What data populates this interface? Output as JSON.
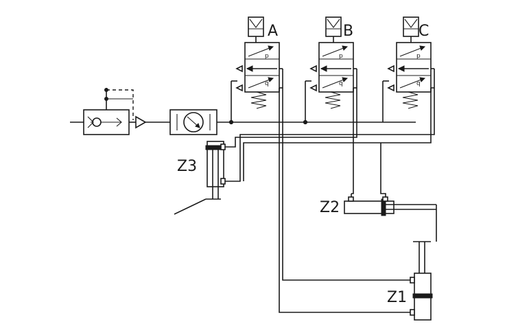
{
  "valves": [
    {
      "label": "A",
      "port_top": "p",
      "port_bottom": "q"
    },
    {
      "label": "B",
      "port_top": "p",
      "port_bottom": "q"
    },
    {
      "label": "C",
      "port_top": "p",
      "port_bottom": "q"
    }
  ],
  "cylinders": {
    "z1": "Z1",
    "z2": "Z2",
    "z3": "Z3"
  }
}
